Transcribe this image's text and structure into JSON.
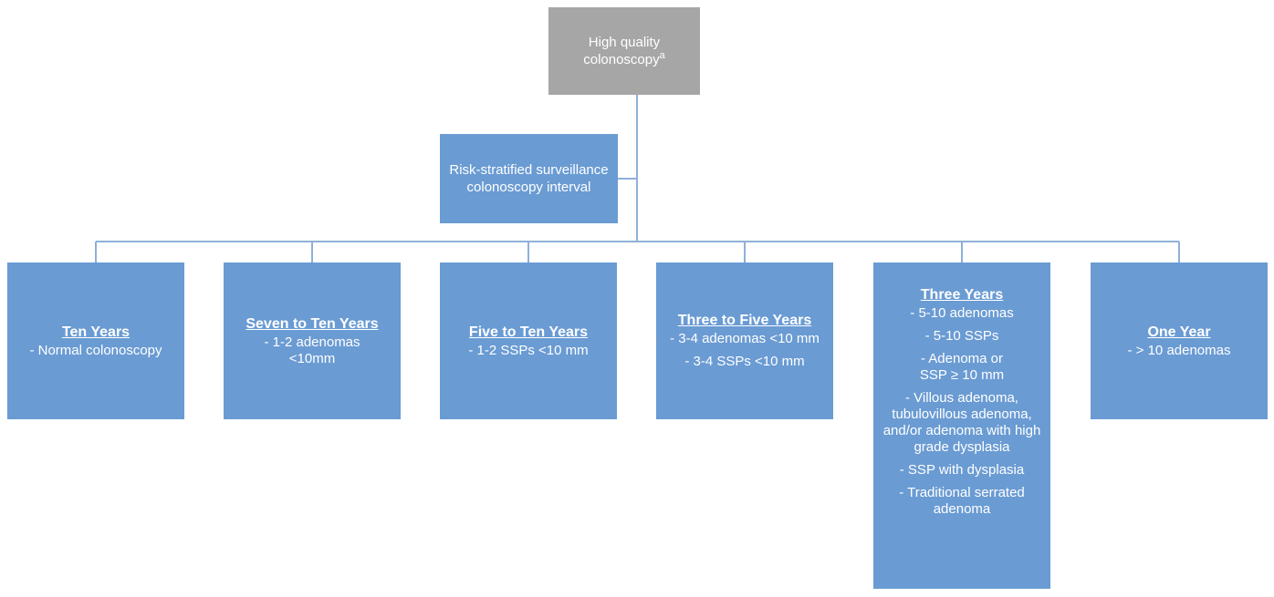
{
  "root": {
    "text": "High quality colonoscopy",
    "footnote": "a"
  },
  "branch_label": {
    "text": "Risk-stratified surveillance colonoscopy interval"
  },
  "intervals": [
    {
      "title": "Ten Years",
      "criteria": [
        "- Normal colonoscopy"
      ]
    },
    {
      "title": "Seven to Ten Years",
      "criteria": [
        "- 1-2 adenomas <10mm"
      ]
    },
    {
      "title": "Five to Ten Years",
      "criteria": [
        "- 1-2 SSPs <10 mm"
      ]
    },
    {
      "title": "Three to Five Years",
      "criteria": [
        "- 3-4 adenomas <10 mm",
        "- 3-4 SSPs <10 mm"
      ]
    },
    {
      "title": "Three Years",
      "criteria": [
        "- 5-10 adenomas",
        "- 5-10 SSPs",
        "- Adenoma or SSP ≥ 10 mm",
        "- Villous adenoma, tubulovillous adenoma, and/or adenoma with high grade dysplasia",
        "- SSP with dysplasia",
        "- Traditional serrated adenoma"
      ]
    },
    {
      "title": "One Year",
      "criteria": [
        "- > 10 adenomas"
      ]
    }
  ],
  "colors": {
    "root_fill": "#a6a6a6",
    "node_fill": "#6a9bd3",
    "connector": "#8fb0d8",
    "text": "#ffffff"
  }
}
